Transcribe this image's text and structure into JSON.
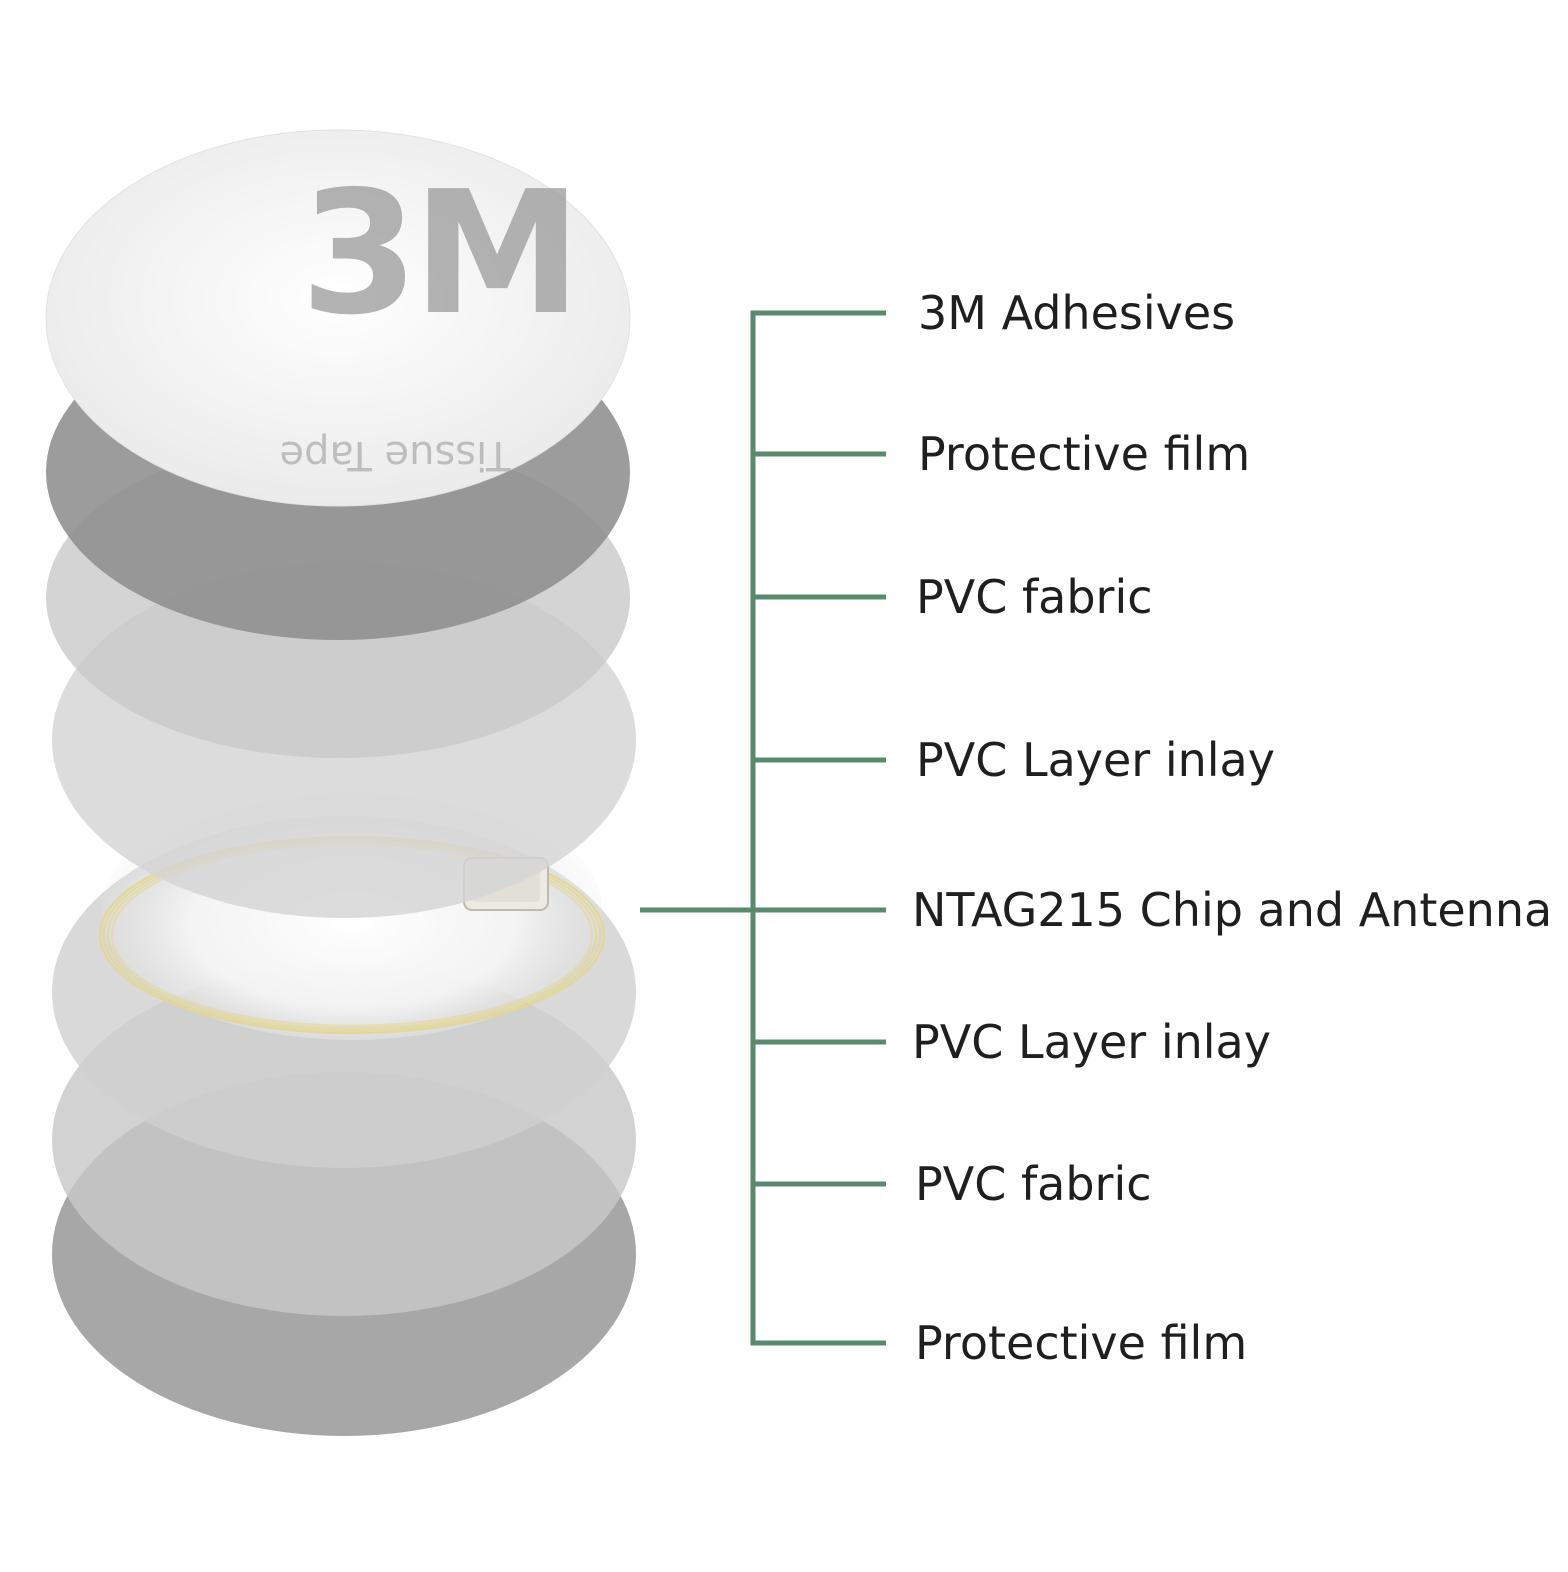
{
  "logo": {
    "brand_text": "3M",
    "tape_text": "Tissue Tape"
  },
  "colors": {
    "connector": "#5a8a6e",
    "antenna": "#e3d690",
    "chip_fill": "#eceae2",
    "chip_border": "#bdbab0"
  },
  "layers": [
    {
      "label": "3M Adhesives",
      "fill": "#f2f2f2",
      "opacity": 1.0
    },
    {
      "label": "Protective film",
      "fill": "#8e8e8e",
      "opacity": 0.88
    },
    {
      "label": "PVC fabric",
      "fill": "#c9c9c9",
      "opacity": 0.8
    },
    {
      "label": "PVC Layer inlay",
      "fill": "#d4d4d4",
      "opacity": 0.82
    },
    {
      "label": "NTAG215 Chip and Antenna",
      "fill": "#f4f4f4",
      "opacity": 0.0
    },
    {
      "label": "PVC Layer inlay",
      "fill": "#cfcfcf",
      "opacity": 0.8
    },
    {
      "label": "PVC fabric",
      "fill": "#c8c8c8",
      "opacity": 0.82
    },
    {
      "label": "Protective film",
      "fill": "#a0a0a0",
      "opacity": 0.92
    }
  ]
}
